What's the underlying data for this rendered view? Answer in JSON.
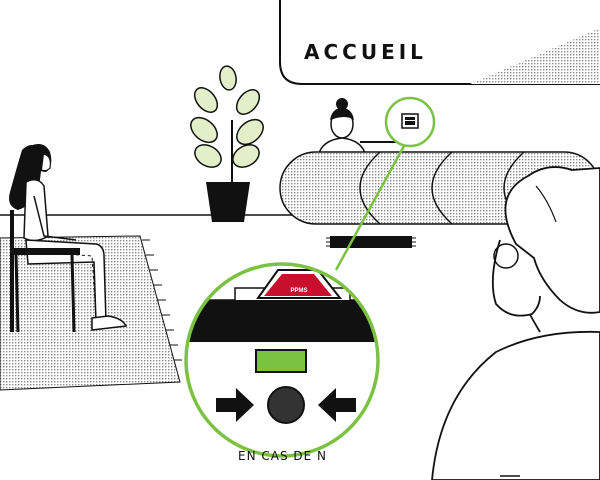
{
  "reception_sign": {
    "text": "ACCUEIL"
  },
  "alarm_box": {
    "label": "PPMS",
    "caption": "EN CAS DE N"
  },
  "colors": {
    "accent_green": "#7cc242",
    "alarm_red": "#c8102e",
    "leaf_green": "#e3efc8",
    "ink": "#111111",
    "paper": "#ffffff"
  },
  "icons": [
    "potted-plant-icon",
    "chair-icon",
    "rug-icon",
    "alarm-box-icon",
    "arrow-right-icon",
    "arrow-left-icon",
    "push-button-icon"
  ]
}
